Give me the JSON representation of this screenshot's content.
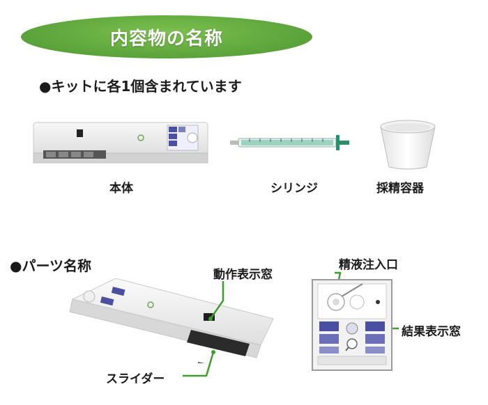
{
  "header": {
    "title": "内容物の名称"
  },
  "kit_section": {
    "heading": "●キットに各1個含まれています",
    "items": [
      {
        "label": "本体"
      },
      {
        "label": "シリンジ"
      },
      {
        "label": "採精容器"
      }
    ]
  },
  "parts_section": {
    "heading": "●パーツ名称",
    "callouts": {
      "indicator_window": "動作表示窓",
      "slider": "スライダー",
      "semen_inlet": "精液注入口",
      "result_window": "結果表示窓"
    }
  },
  "colors": {
    "accent": "#5aa33a",
    "callout": "#3f9d2f"
  }
}
